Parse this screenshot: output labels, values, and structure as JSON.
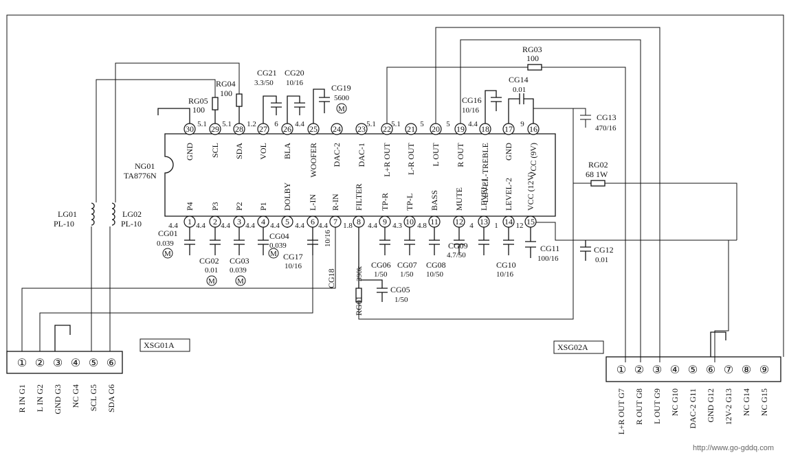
{
  "ic": {
    "ref": "NG01",
    "part": "TA8776N",
    "top_pins": [
      {
        "num": "30",
        "name": "GND"
      },
      {
        "num": "29",
        "name": "SCL"
      },
      {
        "num": "28",
        "name": "SDA"
      },
      {
        "num": "27",
        "name": "VOL"
      },
      {
        "num": "26",
        "name": "BLA"
      },
      {
        "num": "25",
        "name": "WOOFER"
      },
      {
        "num": "24",
        "name": "DAC-2"
      },
      {
        "num": "23",
        "name": "DAC-1"
      },
      {
        "num": "22",
        "name": "L+R OUT"
      },
      {
        "num": "21",
        "name": "L-R OUT"
      },
      {
        "num": "20",
        "name": "L OUT"
      },
      {
        "num": "19",
        "name": "R OUT"
      },
      {
        "num": "18",
        "name": "LEVEL-TREBLE"
      },
      {
        "num": "17",
        "name": "GND"
      },
      {
        "num": "16",
        "name": "VCC (9V)"
      }
    ],
    "bottom_pins": [
      {
        "num": "1",
        "name": "P4"
      },
      {
        "num": "2",
        "name": "P3"
      },
      {
        "num": "3",
        "name": "P2"
      },
      {
        "num": "4",
        "name": "P1"
      },
      {
        "num": "5",
        "name": "DOLBY"
      },
      {
        "num": "6",
        "name": "L-IN"
      },
      {
        "num": "7",
        "name": "R-IN"
      },
      {
        "num": "8",
        "name": "FILTER"
      },
      {
        "num": "9",
        "name": "TP-R"
      },
      {
        "num": "10",
        "name": "TP-L"
      },
      {
        "num": "11",
        "name": "BASS"
      },
      {
        "num": "12",
        "name": "MUTE"
      },
      {
        "num": "13",
        "name": "LEVEL-1"
      },
      {
        "num": "14",
        "name": "LEVEL-2"
      },
      {
        "num": "15",
        "name": "VCC (12V)"
      }
    ],
    "top_voltages": [
      "5.1",
      "5.1",
      "1.2",
      "6",
      "4.4",
      "5.1",
      "5.1",
      "5",
      "5",
      "4.4",
      "9"
    ],
    "bottom_voltages": [
      "4.4",
      "4.4",
      "4.4",
      "4.4",
      "4.4",
      "4.4",
      "4.4",
      "1.8",
      "4.4",
      "4.3",
      "4.8",
      "4",
      "1",
      "12"
    ]
  },
  "components": {
    "rg05": {
      "ref": "RG05",
      "value": "100"
    },
    "rg04": {
      "ref": "RG04",
      "value": "100"
    },
    "rg03": {
      "ref": "RG03",
      "value": "100"
    },
    "rg02": {
      "ref": "RG02",
      "value": "68 1W"
    },
    "rg01": {
      "ref": "RG01",
      "value": "390k"
    },
    "cg21": {
      "ref": "CG21",
      "value": "3.3/50"
    },
    "cg20": {
      "ref": "CG20",
      "value": "10/16"
    },
    "cg19": {
      "ref": "CG19",
      "value": "5600"
    },
    "cg16": {
      "ref": "CG16",
      "value": "10/16"
    },
    "cg14": {
      "ref": "CG14",
      "value": "0.01"
    },
    "cg13": {
      "ref": "CG13",
      "value": "470/16"
    },
    "cg12": {
      "ref": "CG12",
      "value": "0.01"
    },
    "cg11": {
      "ref": "CG11",
      "value": "100/16"
    },
    "cg10": {
      "ref": "CG10",
      "value": "10/16"
    },
    "cg09": {
      "ref": "CG09",
      "value": "4.7/50"
    },
    "cg08": {
      "ref": "CG08",
      "value": "10/50"
    },
    "cg07": {
      "ref": "CG07",
      "value": "1/50"
    },
    "cg06": {
      "ref": "CG06",
      "value": "1/50"
    },
    "cg05": {
      "ref": "CG05",
      "value": "1/50"
    },
    "cg04": {
      "ref": "CG04",
      "value": "0.039"
    },
    "cg03": {
      "ref": "CG03",
      "value": "0.039"
    },
    "cg02": {
      "ref": "CG02",
      "value": "0.01"
    },
    "cg01": {
      "ref": "CG01",
      "value": "0.039"
    },
    "cg17": {
      "ref": "CG17",
      "value": "10/16"
    },
    "cg18": {
      "ref": "CG18",
      "value": "10/16"
    },
    "lg01": {
      "ref": "LG01",
      "value": "PL-10"
    },
    "lg02": {
      "ref": "LG02",
      "value": "PL-10"
    },
    "mylar": "M"
  },
  "connectors": {
    "xsg01a": {
      "ref": "XSG01A",
      "pins": [
        "①",
        "②",
        "③",
        "④",
        "⑤",
        "⑥"
      ],
      "labels": [
        "R IN G1",
        "L IN G2",
        "GND G3",
        "NC G4",
        "SCL G5",
        "SDA G6"
      ]
    },
    "xsg02a": {
      "ref": "XSG02A",
      "pins": [
        "①",
        "②",
        "③",
        "④",
        "⑤",
        "⑥",
        "⑦",
        "⑧",
        "⑨"
      ],
      "labels": [
        "L+R OUT G7",
        "R OUT G8",
        "L OUT G9",
        "NC G10",
        "DAC-2 G11",
        "GND G12",
        "12V-2 G13",
        "NC G14",
        "NC G15"
      ]
    }
  },
  "watermark": "http://www.go-gddq.com"
}
